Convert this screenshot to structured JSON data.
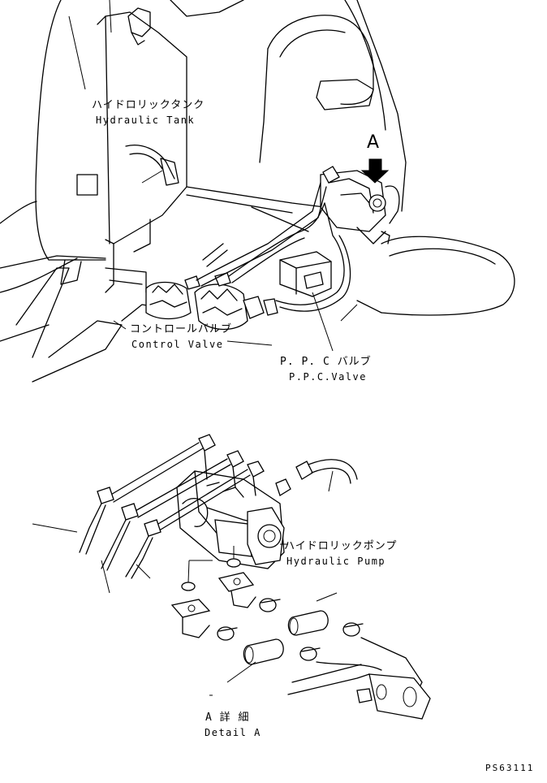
{
  "labels": {
    "hydraulic_tank_jp": "ハイドロリックタンク",
    "hydraulic_tank_en": "Hydraulic Tank",
    "view_marker": "A",
    "control_valve_jp": "コントロールバルブ",
    "control_valve_en": "Control Valve",
    "ppc_valve_jp": "P. P. C バルブ",
    "ppc_valve_en": "P.P.C.Valve",
    "hydraulic_pump_jp": "ハイドロリックポンプ",
    "hydraulic_pump_en": "Hydraulic Pump",
    "detail_jp": "A 詳 細",
    "detail_en": "Detail A",
    "drawing_code": "PS63111"
  }
}
